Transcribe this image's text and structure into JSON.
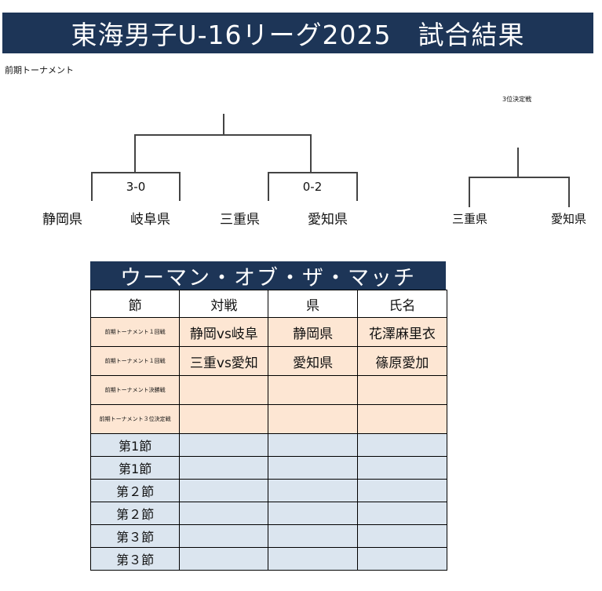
{
  "title": "東海男子U-16リーグ2025　試合結果",
  "bracket": {
    "section_label": "前期トーナメント",
    "third_place_label": "3位決定戦",
    "matches": [
      {
        "score": "3-0",
        "team_left": "静岡県",
        "team_right": "岐阜県"
      },
      {
        "score": "0-2",
        "team_left": "三重県",
        "team_right": "愛知県"
      }
    ],
    "third_place": {
      "team_left": "三重県",
      "team_right": "愛知県"
    }
  },
  "motm": {
    "title": "ウーマン・オブ・ザ・マッチ",
    "headers": [
      "節",
      "対戦",
      "県",
      "氏名"
    ],
    "rows": [
      {
        "round": "前期トーナメント１回戦",
        "match": "静岡vs岐阜",
        "prefecture": "静岡県",
        "name": "花澤麻里衣"
      },
      {
        "round": "前期トーナメント１回戦",
        "match": "三重vs愛知",
        "prefecture": "愛知県",
        "name": "篠原愛加"
      },
      {
        "round": "前期トーナメント決勝戦",
        "match": "",
        "prefecture": "",
        "name": ""
      },
      {
        "round": "前期トーナメント３位決定戦",
        "match": "",
        "prefecture": "",
        "name": ""
      },
      {
        "round": "第1節",
        "match": "",
        "prefecture": "",
        "name": ""
      },
      {
        "round": "第1節",
        "match": "",
        "prefecture": "",
        "name": ""
      },
      {
        "round": "第２節",
        "match": "",
        "prefecture": "",
        "name": ""
      },
      {
        "round": "第２節",
        "match": "",
        "prefecture": "",
        "name": ""
      },
      {
        "round": "第３節",
        "match": "",
        "prefecture": "",
        "name": ""
      },
      {
        "round": "第３節",
        "match": "",
        "prefecture": "",
        "name": ""
      }
    ]
  },
  "colors": {
    "banner": "#1d3557",
    "peach_row": "#fde6d3",
    "blue_row": "#dbe5ef"
  }
}
